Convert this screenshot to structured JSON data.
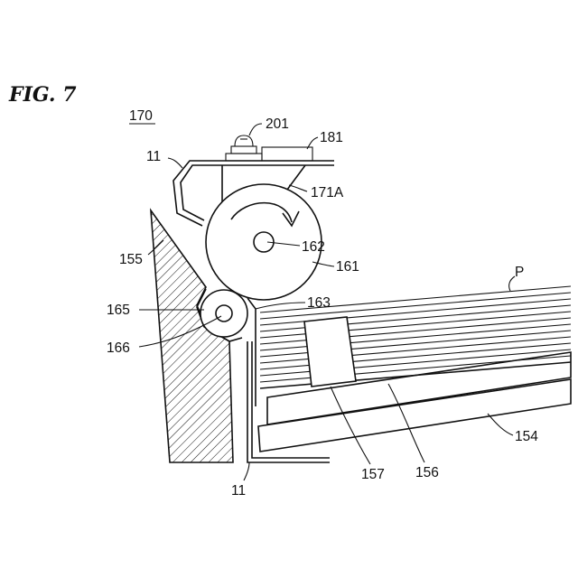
{
  "figure": {
    "title": "FIG. 7",
    "assembly_ref": "170"
  },
  "labels": {
    "screw": "201",
    "plate": "181",
    "frame_top": "11",
    "frame_bottom": "11",
    "bracket": "171A",
    "roller_axis": "162",
    "roller": "161",
    "wall": "155",
    "guide": "163",
    "small_roller": "165",
    "small_roller_axis": "166",
    "paper": "P",
    "tray": "154",
    "plate_156": "156",
    "block": "157"
  }
}
